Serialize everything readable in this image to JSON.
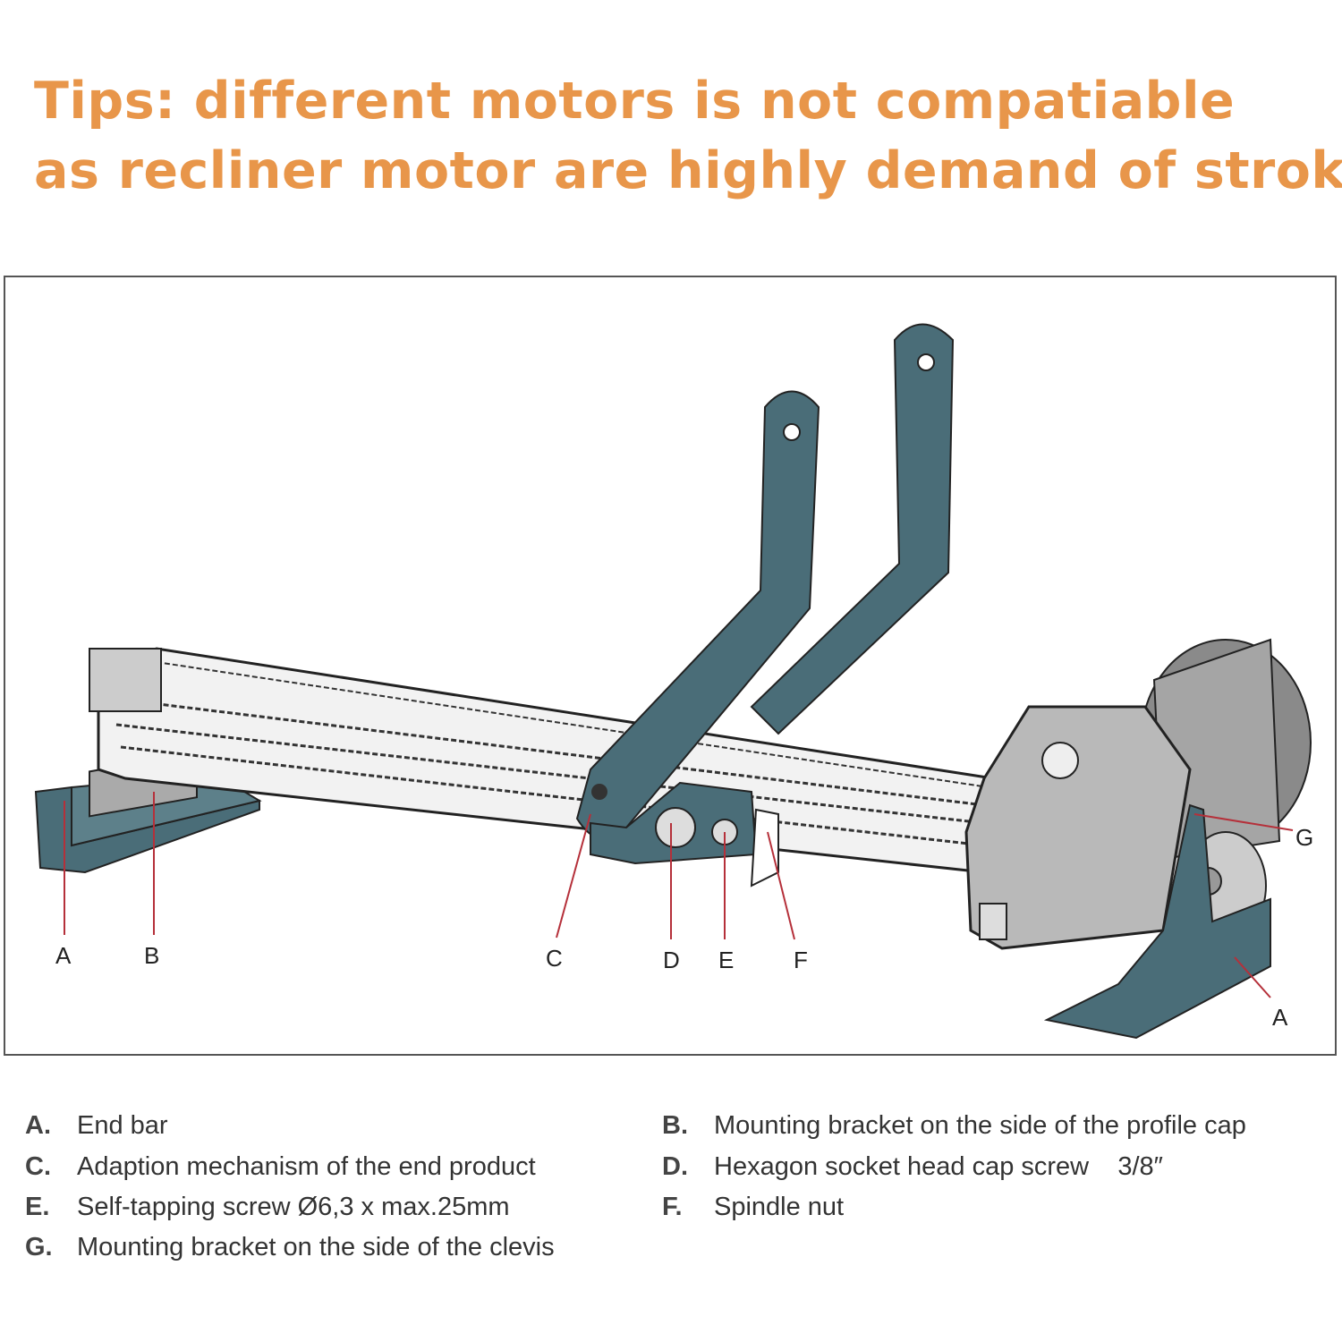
{
  "title": {
    "line1": "Tips: different motors is not compatiable",
    "line2": "as recliner motor are highly demand of stroke",
    "color": "#e8964a"
  },
  "diagram": {
    "callouts": [
      "A",
      "B",
      "C",
      "D",
      "E",
      "F",
      "G",
      "A"
    ],
    "colors": {
      "bracket": "#4a6d78",
      "housing": "#b9b9b9",
      "leader": "#b5303a"
    }
  },
  "legend": [
    {
      "key": "A.",
      "text": "End bar"
    },
    {
      "key": "B.",
      "text": "Mounting bracket on the side of the profile cap"
    },
    {
      "key": "C.",
      "text": "Adaption mechanism of the end product"
    },
    {
      "key": "D.",
      "text": "Hexagon socket head cap screw    3/8″"
    },
    {
      "key": "E.",
      "text": "Self-tapping screw Ø6,3 x max.25mm"
    },
    {
      "key": "F.",
      "text": "Spindle nut"
    },
    {
      "key": "G.",
      "text": "Mounting bracket on the side of the clevis"
    }
  ]
}
